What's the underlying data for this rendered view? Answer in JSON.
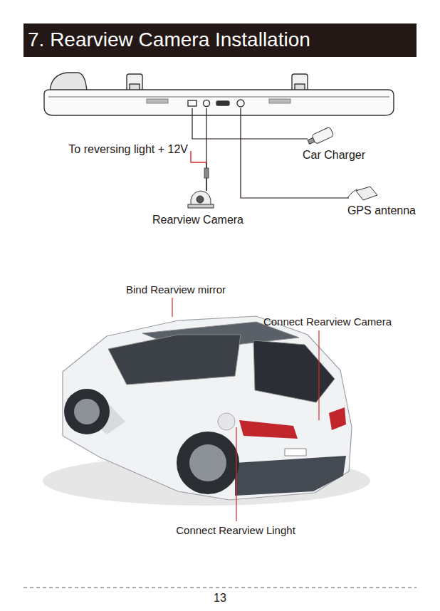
{
  "diagram": {
    "title": "7. Rearview Camera Installation",
    "labels": [
      "To reversing light + 12V",
      "Car Charger",
      "Rearview Camera",
      "GPS antenna",
      "Bind Rearview mirror",
      "Connect Rearview Camera",
      "Connect Rearview Linght",
      "13"
    ]
  }
}
